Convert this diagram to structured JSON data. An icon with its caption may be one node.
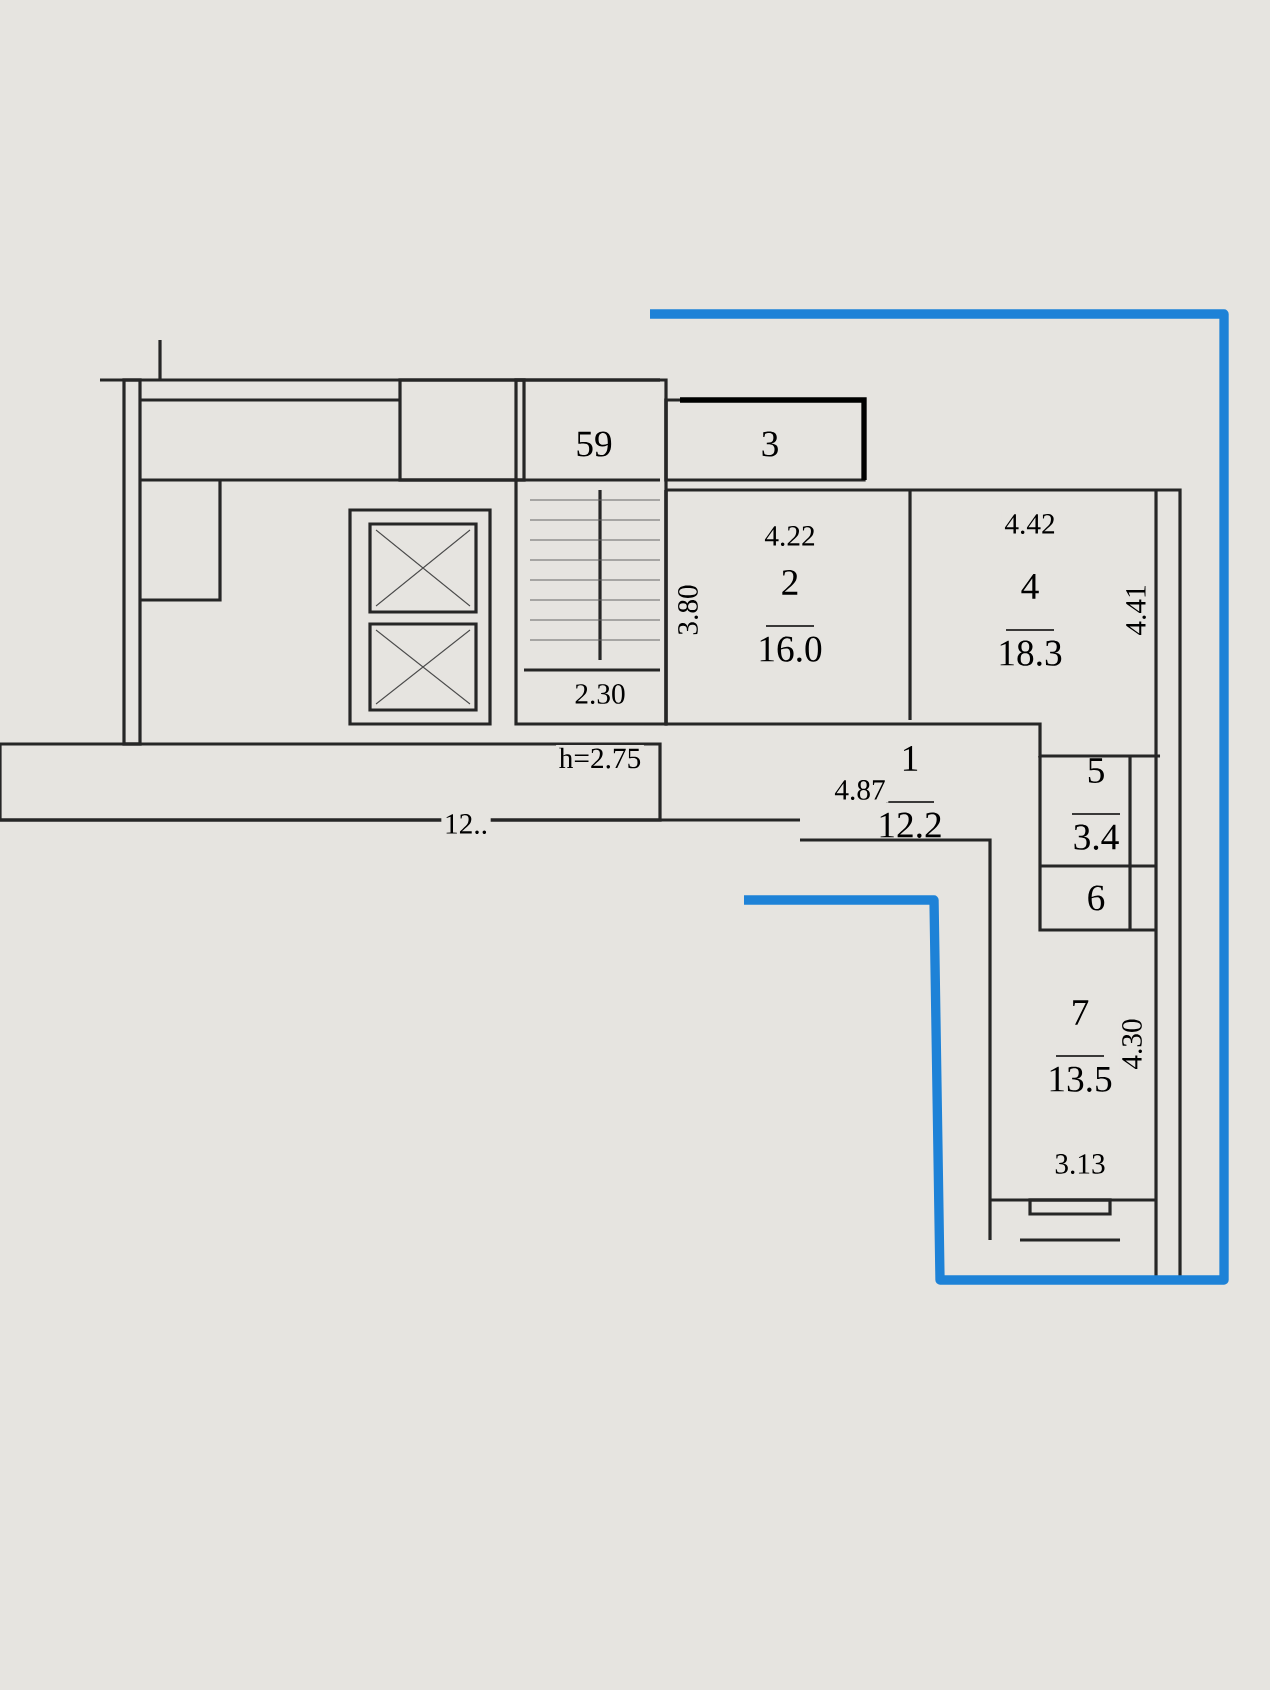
{
  "diagram": {
    "nodes": [
      {
        "text": [
          "59"
        ]
      },
      {
        "text": [
          "3"
        ]
      },
      {
        "text": [
          "2",
          "16.0"
        ]
      },
      {
        "text": [
          "4",
          "18.3"
        ]
      },
      {
        "text": [
          "1",
          "12.2"
        ]
      },
      {
        "text": [
          "5",
          "3.4"
        ]
      },
      {
        "text": [
          "6"
        ]
      },
      {
        "text": [
          "7",
          "13.5"
        ]
      }
    ],
    "edges": [],
    "labels": [
      "4.22",
      "4.42",
      "3.80",
      "4.41",
      "2.30",
      "h=2.75",
      "4.87",
      "12..",
      "4.30",
      "3.13"
    ]
  }
}
